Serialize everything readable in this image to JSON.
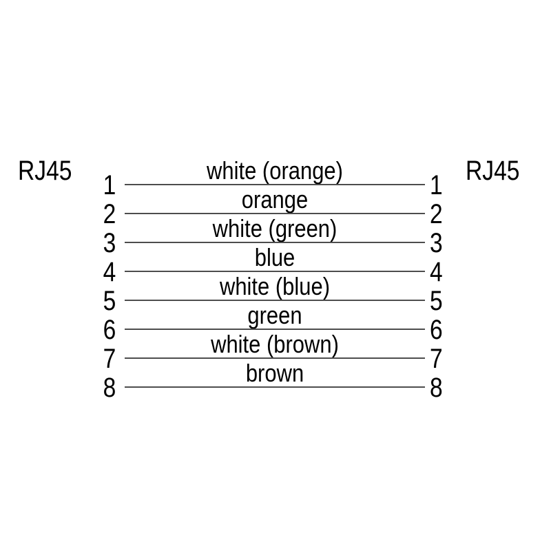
{
  "diagram": {
    "type": "rj45-pinout-wiring",
    "left_connector_label": "RJ45",
    "right_connector_label": "RJ45",
    "wires": [
      {
        "left_pin": "1",
        "right_pin": "1",
        "color_label": "white (orange)"
      },
      {
        "left_pin": "2",
        "right_pin": "2",
        "color_label": "orange"
      },
      {
        "left_pin": "3",
        "right_pin": "3",
        "color_label": "white (green)"
      },
      {
        "left_pin": "4",
        "right_pin": "4",
        "color_label": "blue"
      },
      {
        "left_pin": "5",
        "right_pin": "5",
        "color_label": "white (blue)"
      },
      {
        "left_pin": "6",
        "right_pin": "6",
        "color_label": "green"
      },
      {
        "left_pin": "7",
        "right_pin": "7",
        "color_label": "white (brown)"
      },
      {
        "left_pin": "8",
        "right_pin": "8",
        "color_label": "brown"
      }
    ],
    "colors": {
      "line": "#4d4d4d",
      "text": "#000000",
      "background": "#ffffff"
    }
  }
}
